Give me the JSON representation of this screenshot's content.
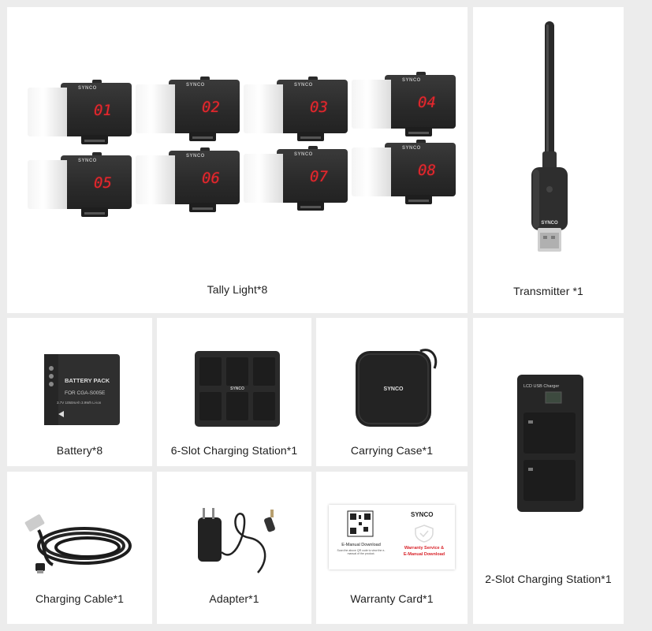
{
  "items": {
    "tally_light": {
      "label": "Tally Light*8",
      "numbers": [
        "01",
        "02",
        "03",
        "04",
        "05",
        "06",
        "07",
        "08"
      ],
      "logo": "SYNCO"
    },
    "transmitter": {
      "label": "Transmitter *1",
      "logo": "SYNCO"
    },
    "battery": {
      "label": "Battery*8",
      "pack_title": "BATTERY PACK",
      "model": "FOR CGA-S005E",
      "spec": "3.7V 1050mAh 3.9Wh Li-ion"
    },
    "six_slot": {
      "label": "6-Slot Charging Station*1",
      "logo": "SYNCO"
    },
    "carrying_case": {
      "label": "Carrying Case*1",
      "logo": "SYNCO"
    },
    "two_slot": {
      "label": "2-Slot Charging Station*1",
      "brand_text": "LCD USB Charger"
    },
    "cable": {
      "label": "Charging Cable*1"
    },
    "adapter": {
      "label": "Adapter*1"
    },
    "warranty": {
      "label": "Warranty Card*1",
      "logo": "SYNCO",
      "emanual_title": "E-Manual Download",
      "emanual_desc": "Scan the above QR code to view the e-manual of the product.",
      "service_line1": "Warranty Service &",
      "service_line2": "E-Manual Download"
    }
  },
  "colors": {
    "background": "#ececec",
    "panel": "#ffffff",
    "digit": "#e8262c",
    "device": "#2b2b2b",
    "accent_red": "#d9242b"
  }
}
